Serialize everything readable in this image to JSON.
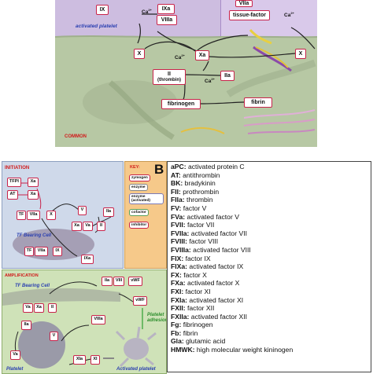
{
  "panel_a": {
    "platelet_label": "activated platelet",
    "common_label": "COMMON",
    "boxes": {
      "ix": "IX",
      "ixa": "IXa",
      "viiia": "VIIIa",
      "viia": "VIIa",
      "tissue_factor": "tissue-factor",
      "x_left": "X",
      "xa": "Xa",
      "x_right": "X",
      "ii": "II",
      "ii_sub": "(thrombin)",
      "iia": "IIa",
      "fibrinogen": "fibrinogen",
      "fibrin": "fibrin"
    },
    "ca": "Ca",
    "ca_sup": "2+"
  },
  "panel_b": {
    "letter": "B",
    "initiation_label": "INITIATION",
    "amplification_label": "AMPLIFICATION",
    "tf_cell_label": "TF Bearing Cell",
    "tf_cell_label2": "TF Bearing Cell",
    "platelet_label": "Platelet",
    "activated_platelet_label": "Activated platelet",
    "platelet_adhesion": "Platelet adhesion",
    "key": {
      "title": "KEY:",
      "items": [
        "zymogen",
        "enzyme",
        "enzyme (activated)",
        "cofactor",
        "inhibitor"
      ]
    },
    "init_boxes": {
      "tfpi": "TFPI",
      "xa1": "Xa",
      "at": "AT",
      "xa2": "Xa",
      "tf": "TF",
      "viia": "VIIa",
      "x": "X",
      "v": "V",
      "iia": "IIa",
      "xa3": "Xa",
      "va": "Va",
      "ii": "II",
      "tf2": "TF",
      "viia2": "VIIa",
      "ix": "IX",
      "ixa": "IXa"
    },
    "amp_boxes": {
      "iia": "IIa",
      "viii": "VIII",
      "vwf": "vWF",
      "vwf2": "vWF",
      "va": "Va",
      "xa": "Xa",
      "ii": "II",
      "viiia": "VIIIa",
      "iia2": "IIa",
      "v": "V",
      "va2": "Va",
      "xia": "XIa",
      "xi": "XI"
    }
  },
  "abbreviations": [
    {
      "abbr": "aPC",
      "def": "activated protein C"
    },
    {
      "abbr": "AT",
      "def": "antithrombin"
    },
    {
      "abbr": "BK",
      "def": "bradykinin"
    },
    {
      "abbr": "FII",
      "def": "prothrombin"
    },
    {
      "abbr": "FIIa",
      "def": "thrombin"
    },
    {
      "abbr": "FV",
      "def": "factor V"
    },
    {
      "abbr": "FVa",
      "def": "activated factor V"
    },
    {
      "abbr": "FVII",
      "def": "factor VII"
    },
    {
      "abbr": "FVIIa",
      "def": "activated factor VII"
    },
    {
      "abbr": "FVIII",
      "def": "factor VIII"
    },
    {
      "abbr": "FVIIIa",
      "def": "activated factor VIII"
    },
    {
      "abbr": "FIX",
      "def": "factor IX"
    },
    {
      "abbr": "FIXa",
      "def": "activated factor IX"
    },
    {
      "abbr": "FX",
      "def": "factor X"
    },
    {
      "abbr": "FXa",
      "def": "activated factor X"
    },
    {
      "abbr": "FXI",
      "def": "factor XI"
    },
    {
      "abbr": "FXIa",
      "def": "activated factor XI"
    },
    {
      "abbr": "FXII",
      "def": "factor XII"
    },
    {
      "abbr": "FXIIa",
      "def": "activated factor XII"
    },
    {
      "abbr": "Fg",
      "def": "fibrinogen"
    },
    {
      "abbr": "Fb",
      "def": "fibrin"
    },
    {
      "abbr": "Gla",
      "def": "glutamic acid"
    },
    {
      "abbr": "HMWK",
      "def": "high molecular weight kininogen"
    }
  ],
  "colors": {
    "factor_border": "#c8234a",
    "panel_a_bg": "#b8c9a6",
    "platelet_bg": "#c9b8dc",
    "initiation_bg": "#cfd9ea",
    "key_bg": "#f6c98a",
    "amplification_bg": "#cfe2b8",
    "section_label": "#d11a1a"
  }
}
